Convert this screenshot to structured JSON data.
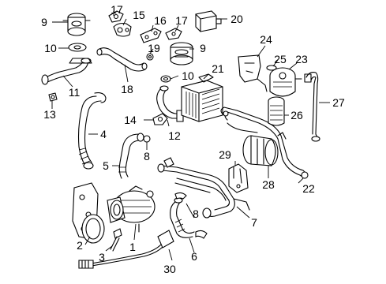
{
  "callouts": [
    "1",
    "2",
    "3",
    "4",
    "5",
    "6",
    "7",
    "8",
    "8",
    "9",
    "9",
    "10",
    "10",
    "11",
    "12",
    "13",
    "14",
    "15",
    "16",
    "17",
    "17",
    "18",
    "19",
    "20",
    "21",
    "22",
    "23",
    "24",
    "25",
    "26",
    "27",
    "28",
    "29",
    "30"
  ]
}
